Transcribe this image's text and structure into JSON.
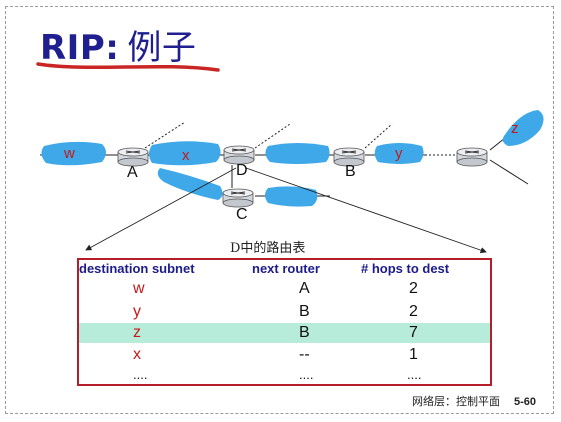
{
  "title": {
    "prefix": "RIP:",
    "suffix": "例子"
  },
  "network": {
    "routers": [
      {
        "label": "A"
      },
      {
        "label": "D"
      },
      {
        "label": "B"
      },
      {
        "label": "C"
      }
    ],
    "subnets": [
      "w",
      "x",
      "y",
      "z"
    ]
  },
  "table": {
    "caption": "D中的路由表",
    "headers": {
      "dest": "destination subnet",
      "next": "next  router",
      "hops": "# hops to dest"
    },
    "rows": [
      {
        "dest": "w",
        "next": "A",
        "hops": "2"
      },
      {
        "dest": "y",
        "next": "B",
        "hops": "2"
      },
      {
        "dest": "z",
        "next": "B",
        "hops": "7"
      },
      {
        "dest": "x",
        "next": "--",
        "hops": "1"
      },
      {
        "dest": "....",
        "next": "....",
        "hops": "...."
      }
    ],
    "highlight_row": 2,
    "highlight_color": "#b6ecd9"
  },
  "colors": {
    "title": "#1f1f8f",
    "subnet_blob": "#3fa8e8",
    "subnet_text": "#c31a1a",
    "table_border": "#b51d2a",
    "header_text": "#1c1c8a",
    "underline": "#c92525"
  },
  "footer": {
    "text": "网络层：控制平面",
    "page": "5-60"
  }
}
